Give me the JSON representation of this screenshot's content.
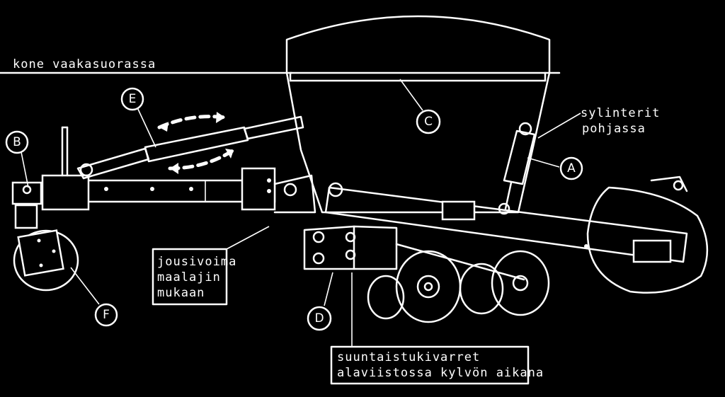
{
  "labels": {
    "horizontal_line": "kone vaakasuorassa",
    "cylinders": [
      "sylinterit",
      "pohjassa"
    ],
    "spring_force": [
      "jousivoima",
      "maalajin",
      "mukaan"
    ],
    "parallel_arms": [
      "suuntaistukivarret",
      "alaviistossa kylvön aikana"
    ]
  },
  "markers": {
    "a": "A",
    "b": "B",
    "c": "C",
    "d": "D",
    "e": "E",
    "f": "F"
  },
  "colors": {
    "background": "#000000",
    "line": "#ffffff"
  }
}
